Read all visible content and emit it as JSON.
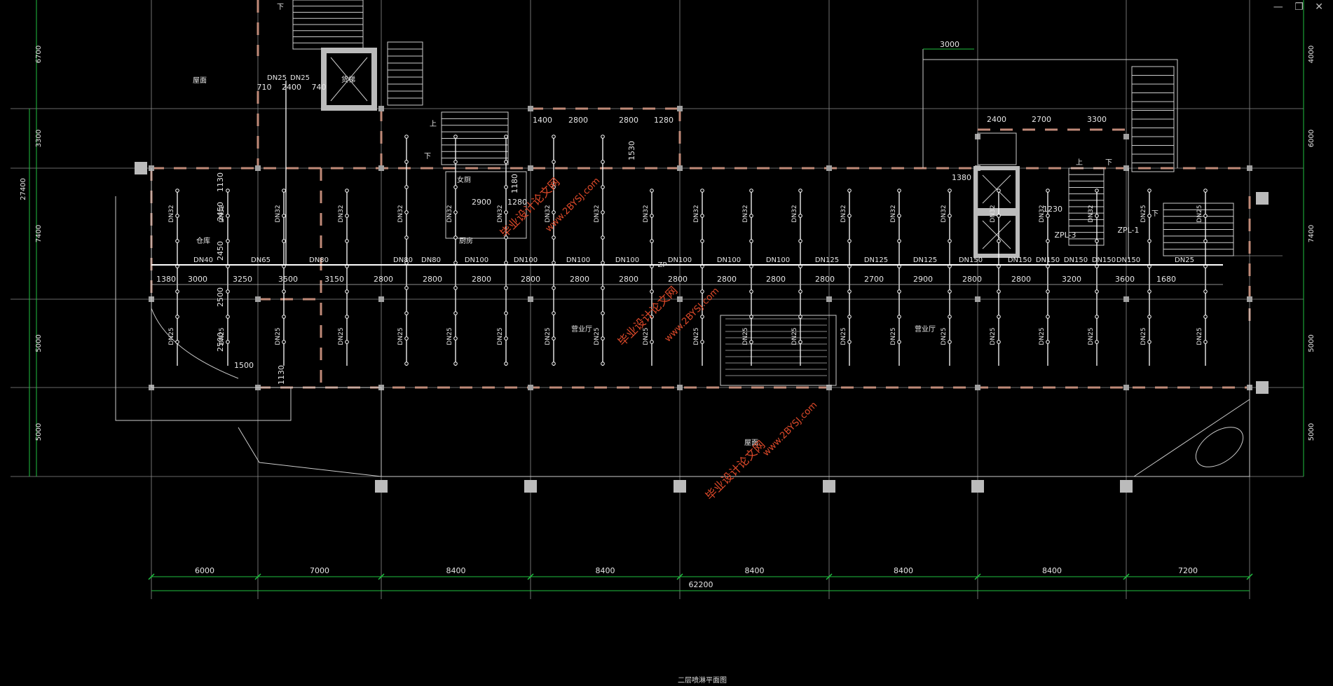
{
  "window_controls": [
    "—",
    "❐",
    "✕"
  ],
  "title": "二层喷淋平面图",
  "watermark_cn": "毕业设计论文网",
  "watermark_url": "www.2BYSJ.com",
  "colors": {
    "background": "#000000",
    "grid": "#8c8c8c",
    "dim": "#e6e6e6",
    "dim_green": "#20c040",
    "wall": "#c08a78",
    "pipe": "#ffffff",
    "column": "#a0a0a0",
    "watermark": "#e04a2a"
  },
  "bottom_dims": [
    "6000",
    "7000",
    "8400",
    "8400",
    "8400",
    "8400",
    "8400",
    "7200"
  ],
  "bottom_total": "62200",
  "left_dims": [
    "6700",
    "3300",
    "7400",
    "5000",
    "5000"
  ],
  "left_total": "27400",
  "right_dims": [
    "4000",
    "6000",
    "7400",
    "5000",
    "5000"
  ],
  "main_spacing": [
    "1380",
    "3000",
    "3250",
    "3500",
    "3150",
    "2800",
    "2800",
    "2800",
    "2800",
    "2800",
    "2800",
    "2800",
    "2800",
    "2800",
    "2800",
    "2700",
    "2900",
    "2800",
    "2800",
    "3200",
    "3600",
    "1680"
  ],
  "main_pipe": [
    "DN40",
    "DN65",
    "DN80",
    "DN80",
    "DN80",
    "DN100",
    "DN100",
    "DN100",
    "DN100",
    "DN100",
    "DN100",
    "DN100",
    "DN125",
    "DN125",
    "DN125",
    "DN150",
    "DN150",
    "DN150",
    "DN150",
    "DN150",
    "DN150",
    "DN25"
  ],
  "top_spacing_a": [
    "1400",
    "2800",
    "2800",
    "1280"
  ],
  "top_spacing_b": [
    "2400",
    "2700",
    "3300"
  ],
  "top_dim_3000": "3000",
  "stair_dims": [
    "710",
    "2400",
    "740"
  ],
  "stair_pipes": [
    "DN25",
    "DN25"
  ],
  "labels": {
    "roof": "屋面",
    "warehouse": "仓库",
    "hall_left": "营业厅",
    "hall_right": "营业厅",
    "women": "女厕",
    "kitchen": "厨房",
    "lift": "货梯",
    "up": "上",
    "down": "下",
    "zpl1": "ZPL-1",
    "zpl3": "ZPL-3",
    "zp": "ZP"
  },
  "misc_dims": [
    "1130",
    "2450",
    "2450",
    "2500",
    "2500",
    "1500",
    "1130",
    "1530",
    "1380",
    "1230",
    "2900",
    "1280",
    "1180"
  ]
}
